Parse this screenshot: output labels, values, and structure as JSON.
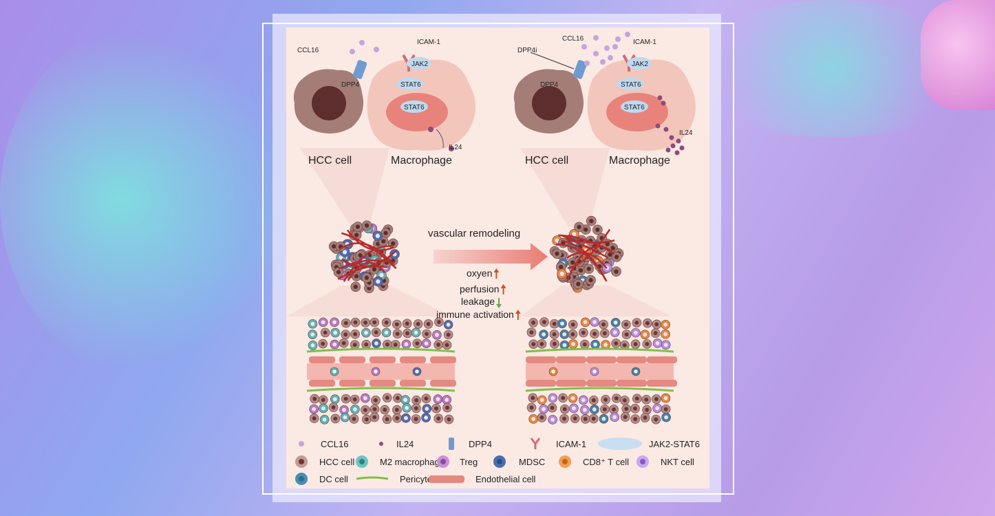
{
  "left_panel": {
    "ccl16": "CCL16",
    "icam1": "ICAM-1",
    "jak2": "JAK2",
    "dpp4": "DPP4",
    "stat6_a": "STAT6",
    "stat6_b": "STAT6",
    "il24": "IL24",
    "hcc_cell": "HCC cell",
    "macrophage": "Macrophage"
  },
  "right_panel": {
    "dpp4i": "DPP4i",
    "ccl16": "CCL16",
    "icam1": "ICAM-1",
    "jak2": "JAK2",
    "dpp4": "DPP4",
    "stat6_a": "STAT6",
    "stat6_b": "STAT6",
    "il24": "IL24",
    "hcc_cell": "HCC cell",
    "macrophage": "Macrophage"
  },
  "middle": {
    "arrow_label": "vascular remodeling",
    "effects": [
      {
        "label": "oxyen",
        "direction": "up"
      },
      {
        "label": "perfusion",
        "direction": "up"
      },
      {
        "label": "leakage",
        "direction": "down"
      },
      {
        "label": "immune activation",
        "direction": "up"
      }
    ]
  },
  "legend": [
    "CCL16",
    "IL24",
    "DPP4",
    "ICAM-1",
    "JAK2-STAT6",
    "HCC cell",
    "M2 macrophage",
    "Treg",
    "MDSC",
    "CD8⁺ T cell",
    "NKT cell",
    "DC cell",
    "Pericyte",
    "Endothelial cell"
  ],
  "colors": {
    "up": "#d2531f",
    "down": "#6aa84f",
    "arrow": "#ec8f86",
    "hcc": "#8b5a56",
    "ccl16": "#c7a4dd",
    "il24": "#8e4b7a"
  }
}
